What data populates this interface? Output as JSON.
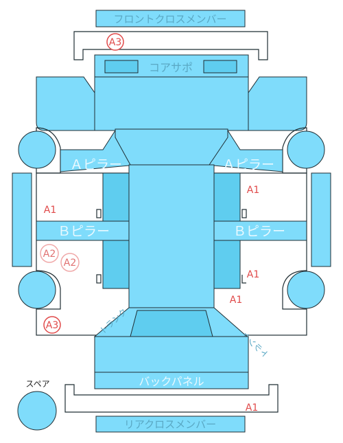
{
  "labels": {
    "front_cross_member": "フロントクロスメンバー",
    "core_support": "コアサポ",
    "a_pillar_left": "Ａピラー",
    "a_pillar_right": "Ａピラー",
    "b_pillar_left": "Ｂピラー",
    "b_pillar_right": "Ｂピラー",
    "back_panel": "バックパネル",
    "rear_cross_member": "リアクロスメンバー",
    "spare": "スペア",
    "trunk_left": "トランク",
    "trunk_right": "トランク"
  },
  "markers": {
    "a3_front": "A3",
    "a1_right_upper": "A1",
    "a1_left": "A1",
    "a2_left_1": "A2",
    "a2_left_2": "A2",
    "a1_right_lower": "A1",
    "a1_center_right": "A1",
    "a3_rear": "A3",
    "a1_bottom": "A1"
  },
  "colors": {
    "part_fill": "#7fdcfb",
    "part_dark": "#5fcdef",
    "outline": "#1f2d33",
    "label_text": "#5aa8c4",
    "marker_red": "#e04a4a",
    "marker_pink": "#f0a8a8"
  }
}
